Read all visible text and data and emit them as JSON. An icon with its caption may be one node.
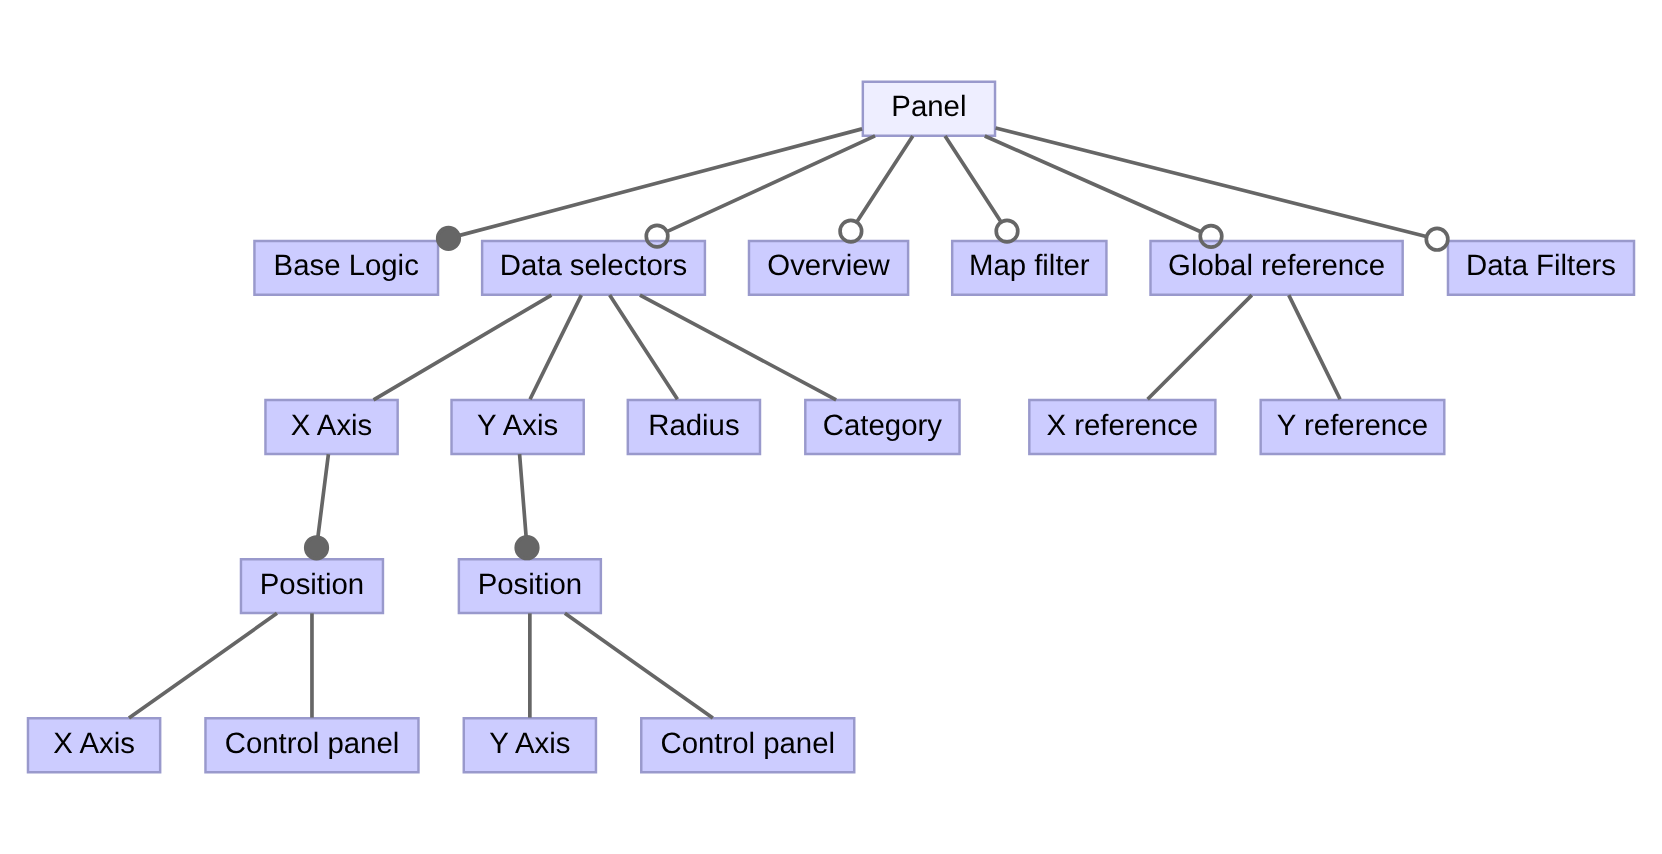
{
  "diagram": {
    "nodes": [
      {
        "text": [
          "Panel"
        ]
      },
      {
        "text": [
          "Base Logic"
        ]
      },
      {
        "text": [
          "Data selectors"
        ]
      },
      {
        "text": [
          "Overview"
        ]
      },
      {
        "text": [
          "Map filter"
        ]
      },
      {
        "text": [
          "Global reference"
        ]
      },
      {
        "text": [
          "Data Filters"
        ]
      },
      {
        "text": [
          "X Axis"
        ]
      },
      {
        "text": [
          "Y Axis"
        ]
      },
      {
        "text": [
          "Radius"
        ]
      },
      {
        "text": [
          "Category"
        ]
      },
      {
        "text": [
          "X reference"
        ]
      },
      {
        "text": [
          "Y reference"
        ]
      },
      {
        "text": [
          "Position"
        ]
      },
      {
        "text": [
          "Position"
        ]
      },
      {
        "text": [
          "X Axis"
        ]
      },
      {
        "text": [
          "Control panel"
        ]
      },
      {
        "text": [
          "Y Axis"
        ]
      },
      {
        "text": [
          "Control panel"
        ]
      }
    ],
    "edges": [
      {
        "from": 0,
        "to": 1,
        "arrow": "other"
      },
      {
        "from": 0,
        "to": 2,
        "arrow": "other"
      },
      {
        "from": 0,
        "to": 3,
        "arrow": "other"
      },
      {
        "from": 0,
        "to": 4,
        "arrow": "other"
      },
      {
        "from": 0,
        "to": 5,
        "arrow": "other"
      },
      {
        "from": 0,
        "to": 6,
        "arrow": "other"
      },
      {
        "from": 2,
        "to": 7,
        "arrow": "none"
      },
      {
        "from": 2,
        "to": 8,
        "arrow": "none"
      },
      {
        "from": 2,
        "to": 9,
        "arrow": "none"
      },
      {
        "from": 2,
        "to": 10,
        "arrow": "none"
      },
      {
        "from": 5,
        "to": 11,
        "arrow": "none"
      },
      {
        "from": 5,
        "to": 12,
        "arrow": "none"
      },
      {
        "from": 7,
        "to": 13,
        "arrow": "other"
      },
      {
        "from": 8,
        "to": 14,
        "arrow": "other"
      },
      {
        "from": 13,
        "to": 15,
        "arrow": "none"
      },
      {
        "from": 13,
        "to": 16,
        "arrow": "none"
      },
      {
        "from": 14,
        "to": 17,
        "arrow": "none"
      },
      {
        "from": 14,
        "to": 18,
        "arrow": "none"
      }
    ]
  }
}
